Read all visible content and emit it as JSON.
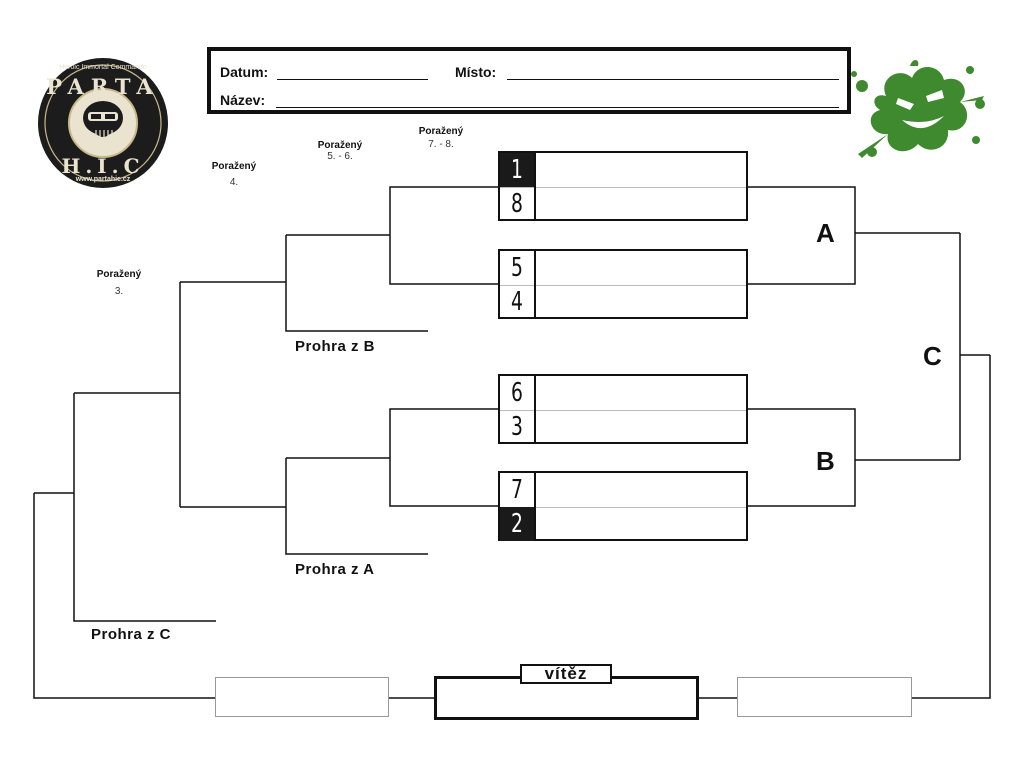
{
  "header": {
    "datum_label": "Datum:",
    "misto_label": "Místo:",
    "nazev_label": "Název:"
  },
  "logo_left": {
    "line_top": "Heroic Immortal Commando",
    "word": "PARTA",
    "abbrev": "H.I.C",
    "url": "www.partahic.cz"
  },
  "seeds": [
    {
      "top": "1",
      "bottom": "8",
      "top_dark": true,
      "bottom_dark": false
    },
    {
      "top": "5",
      "bottom": "4",
      "top_dark": false,
      "bottom_dark": false
    },
    {
      "top": "6",
      "bottom": "3",
      "top_dark": false,
      "bottom_dark": false
    },
    {
      "top": "7",
      "bottom": "2",
      "top_dark": false,
      "bottom_dark": true
    }
  ],
  "groups": {
    "a": "A",
    "b": "B",
    "c": "C"
  },
  "losers": {
    "p78": {
      "caption": "Poražený",
      "place": "7. - 8."
    },
    "p56": {
      "caption": "Poražený",
      "place": "5. - 6."
    },
    "p4": {
      "caption": "Poražený",
      "place": "4."
    },
    "p3": {
      "caption": "Poražený",
      "place": "3."
    }
  },
  "loss_labels": {
    "from_b": "Prohra z B",
    "from_a": "Prohra z A",
    "from_c": "Prohra z C"
  },
  "winner_label": "vítěz",
  "colors": {
    "ink": "#111111",
    "splat_green": "#3f8a2e",
    "logo_dark": "#1c1c1c"
  }
}
